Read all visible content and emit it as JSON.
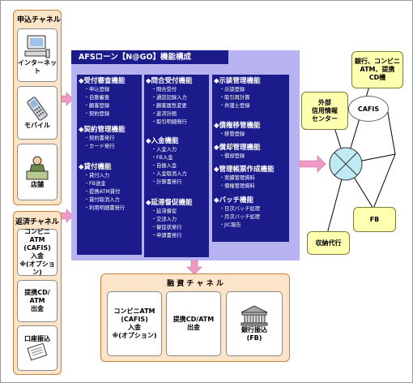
{
  "left_top_panel": {
    "title": "申込チャネル",
    "cards": [
      {
        "label": "インターネット",
        "icon": "computer-icon"
      },
      {
        "label": "モバイル",
        "icon": "mobile-phone-icon"
      },
      {
        "label": "店舗",
        "icon": "store-clerk-icon"
      }
    ]
  },
  "left_bottom_panel": {
    "title": "返済チャネル",
    "cards": [
      {
        "label": "コンビニATM\n(CAFIS)\n入金\n※(オプション)"
      },
      {
        "label": "提携CD/\nATM\n出金"
      },
      {
        "label": "口座振込",
        "icon": "bank-book-icon"
      }
    ]
  },
  "main": {
    "title": "AFSローン【N@GO】機能構成",
    "columns": [
      [
        {
          "title": "◆受付審査機能",
          "items": [
            "申込登録",
            "自動審査",
            "顧客登録",
            "契約登録"
          ]
        },
        {
          "title": "◆契約管理機能",
          "items": [
            "契約書発行",
            "カード発行"
          ]
        },
        {
          "title": "◆貸付機能",
          "items": [
            "貸付入力",
            "FB送金",
            "提携ATM貸付",
            "貸付取消入力",
            "利用明細書発行"
          ]
        }
      ],
      [
        {
          "title": "◆問合受付機能",
          "items": [
            "問合受付",
            "通話記録入力",
            "顧客属性変更",
            "返済計画",
            "取引明細発行"
          ]
        },
        {
          "title": "◆入金機能",
          "items": [
            "入金入力",
            "FB入金",
            "自振入金",
            "入金取消入力",
            "計算書発行"
          ]
        },
        {
          "title": "◆延滞督促機能",
          "items": [
            "延滞督促",
            "交渉入力",
            "督促状発行",
            "申請書発行"
          ]
        }
      ],
      [
        {
          "title": "◆示談管理機能",
          "items": [
            "示談登録",
            "取引再計算",
            "弁護士登録"
          ]
        },
        {
          "title": "◆債権移管機能",
          "items": [
            "移管登録"
          ]
        },
        {
          "title": "◆償却管理機能",
          "items": [
            "償却登録"
          ]
        },
        {
          "title": "◆管理帳票作成機能",
          "items": [
            "実績管理資料",
            "債権管理資料"
          ]
        },
        {
          "title": "◆バッチ機能",
          "items": [
            "日次バッチ処理",
            "月次バッチ処理",
            "JIC報告"
          ]
        }
      ]
    ]
  },
  "bottom_panel": {
    "title": "融 資 チ ャ ネ ル",
    "cards": [
      {
        "label": "コンビニATM\n(CAFIS)\n入金\n※(オプション)"
      },
      {
        "label": "提携CD/ATM\n出金"
      },
      {
        "label": "銀行振込\n(FB)",
        "icon": "bank-building-icon"
      }
    ]
  },
  "right_network": {
    "external_center": "外部\n信用情報\nセンター",
    "bank": "銀行、コンビニ\nATM、提携\nCD機",
    "cafis": "CAFIS",
    "fb": "FB",
    "collection": "収納代行",
    "hub_icon": "hub-x-icon"
  },
  "colors": {
    "panel_fill": "#fce4c8",
    "panel_border": "#c9803a",
    "main_fill": "#b7b3f0",
    "column_fill": "#1b1b8c",
    "arrow": "#ee9ac4",
    "external_fill": "#ffffb0"
  }
}
